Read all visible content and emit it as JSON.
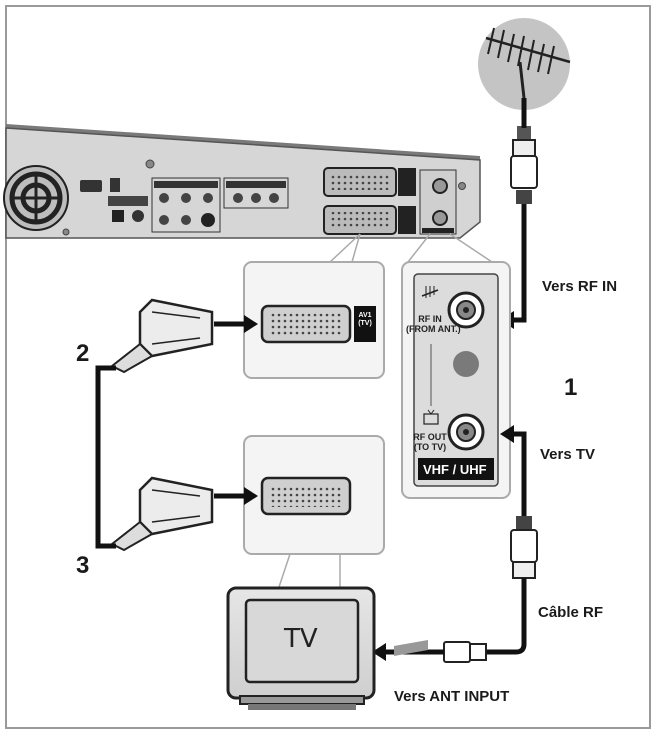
{
  "labels": {
    "vers_rf_in": "Vers RF IN",
    "vers_tv": "Vers TV",
    "cable_rf": "Câble RF",
    "vers_ant_input": "Vers ANT INPUT",
    "step_1": "1",
    "step_2": "2",
    "step_3": "3",
    "tv": "TV"
  },
  "panel": {
    "rf_in": "RF IN\n(FROM ANT.)",
    "rf_out": "RF OUT\n(TO TV)",
    "vhf_uhf": "VHF / UHF",
    "av1_tv": "AV1\n(TV)"
  },
  "colors": {
    "frame": "#9a9a9a",
    "device_top": "#8a8a8a",
    "device_back": "#d4d4d4",
    "callout_border": "#aaaaaa",
    "cable": "#111111",
    "label": "#1a1a1a"
  }
}
